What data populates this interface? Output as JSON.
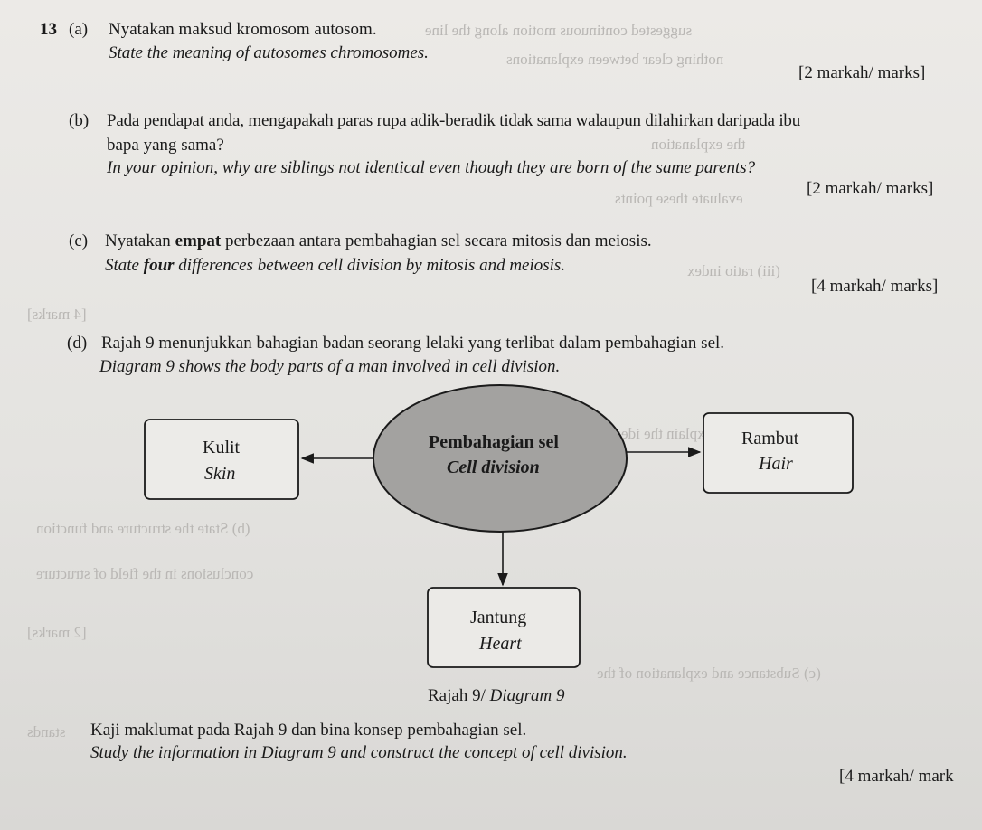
{
  "q13": {
    "number": "13",
    "a": {
      "label": "(a)",
      "malay": "Nyatakan maksud kromosom autosom.",
      "english": "State the meaning of autosomes chromosomes.",
      "marks": "[2 markah/ marks]"
    },
    "b": {
      "label": "(b)",
      "malay_line1": "Pada pendapat anda, mengapakah paras rupa adik-beradik tidak sama walaupun dilahirkan daripada ibu",
      "malay_line2": "bapa yang sama?",
      "english": "In your opinion, why are siblings not identical even though they are born of the same parents?",
      "marks": "[2 markah/ marks]"
    },
    "c": {
      "label": "(c)",
      "malay_pre": "Nyatakan",
      "malay_bold": "empat",
      "malay_post": "perbezaan antara pembahagian sel secara mitosis dan meiosis.",
      "english_pre": "State",
      "english_bold": "four",
      "english_post": "differences between cell division by mitosis and meiosis.",
      "marks": "[4 markah/ marks]"
    },
    "d": {
      "label": "(d)",
      "malay": "Rajah 9 menunjukkan bahagian badan seorang lelaki yang terlibat dalam pembahagian sel.",
      "english": "Diagram 9 shows the body parts of a man involved in cell division.",
      "diagram": {
        "center_malay": "Pembahagian sel",
        "center_english": "Cell division",
        "skin_malay": "Kulit",
        "skin_english": "Skin",
        "hair_malay": "Rambut",
        "hair_english": "Hair",
        "heart_malay": "Jantung",
        "heart_english": "Heart",
        "caption_malay": "Rajah 9/",
        "caption_english": "Diagram 9"
      },
      "task_malay": "Kaji maklumat pada Rajah 9 dan bina konsep pembahagian sel.",
      "task_english": "Study the information in Diagram 9 and construct the concept of cell division.",
      "marks": "[4 markah/ mark"
    }
  }
}
